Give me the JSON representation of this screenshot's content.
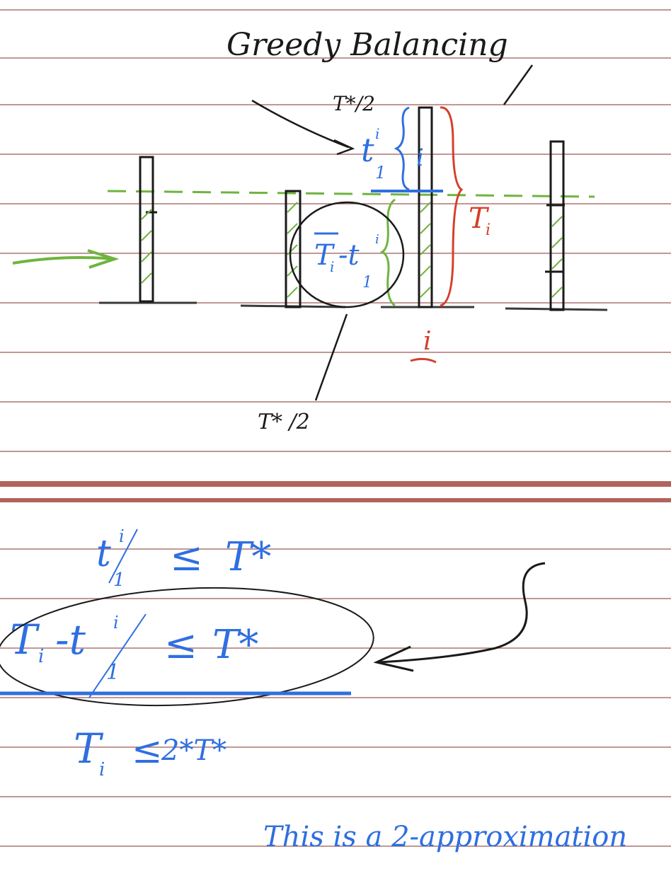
{
  "colors": {
    "ink_black": "#1a1a1a",
    "ink_blue": "#2f6fe0",
    "ink_green": "#6fb43f",
    "ink_red": "#d4402a",
    "rule_line": "#9a5a55",
    "divider": "#b0645c"
  },
  "title": "Greedy Balancing",
  "diagram": {
    "label_half_top": "T*/2",
    "label_t1": "t",
    "label_t1_sub": "1",
    "label_t1_sup": "i",
    "label_brace_blue": "i",
    "label_Ti_red": "T",
    "label_Ti_red_sub": "i",
    "label_circle_main": "T",
    "label_circle_sub": "i",
    "label_circle_minus": "-t",
    "label_circle_sup": "i",
    "label_circle_1": "1",
    "label_machine_i": "i",
    "label_bottom_star": "T* /2"
  },
  "math": {
    "line1_lhs": "t",
    "line1_sub": "1",
    "line1_sup": "i",
    "line1_rel": "≤",
    "line1_rhs": "T*",
    "line2_lhs": "T",
    "line2_lhs_sub": "i",
    "line2_minus": "-t",
    "line2_sub": "1",
    "line2_sup": "i",
    "line2_rel": "≤",
    "line2_rhs": "T*",
    "line3_lhs": "T",
    "line3_lhs_sub": "i",
    "line3_rel": "≤",
    "line3_rhs": "2*T*"
  },
  "footer": "This is a 2-approximation"
}
